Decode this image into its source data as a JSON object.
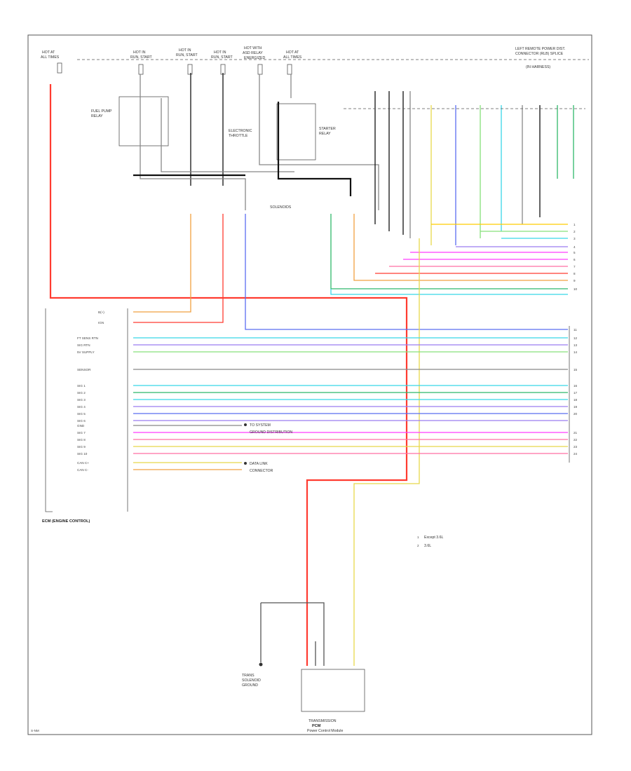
{
  "colors": {
    "red": "#ff3b30",
    "pink": "#ff6fa5",
    "magenta": "#ff3cff",
    "orange": "#f0a040",
    "yellow": "#e8d84a",
    "lightgreen": "#86e07a",
    "green": "#2fb86a",
    "cyan": "#38d6e8",
    "blue": "#5a6df0",
    "violet": "#9a7cf0",
    "gray": "#888888",
    "black": "#111111",
    "tan": "#d8b070"
  },
  "labels": {
    "pcm": "PCM",
    "pcm_note": "Power Control Module",
    "ecm": "ECM (ENGINE CONTROL)",
    "legend_a": "Except 3.6L",
    "legend_b": "3.6L",
    "footer_code": "S-NM"
  }
}
